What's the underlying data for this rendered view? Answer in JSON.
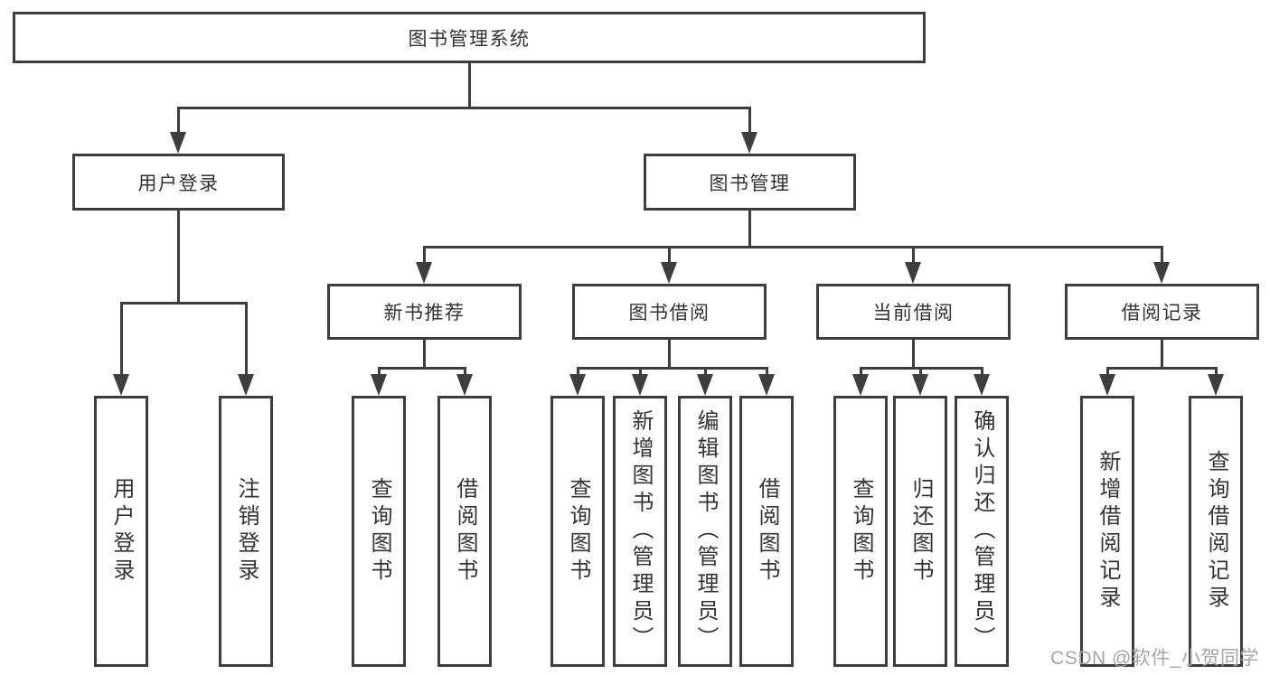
{
  "diagram_title": "图书管理系统",
  "watermark": "CSDN @软件_小贺同学",
  "colors": {
    "line": "#3e3e3e",
    "text": "#333333",
    "watermark": "#a6a6a6",
    "background": "#ffffff"
  },
  "nodes": {
    "root": {
      "label": "图书管理系统",
      "parent": null
    },
    "user_login": {
      "label": "用户登录",
      "parent": "root"
    },
    "book_mgmt": {
      "label": "图书管理",
      "parent": "root"
    },
    "login": {
      "label": "用户登录",
      "parent": "user_login"
    },
    "logout": {
      "label": "注销登录",
      "parent": "user_login"
    },
    "new_book_rec": {
      "label": "新书推荐",
      "parent": "book_mgmt"
    },
    "book_borrow": {
      "label": "图书借阅",
      "parent": "book_mgmt"
    },
    "current_borrow": {
      "label": "当前借阅",
      "parent": "book_mgmt"
    },
    "borrow_records": {
      "label": "借阅记录",
      "parent": "book_mgmt"
    },
    "nbr_query": {
      "label": "查询图书",
      "parent": "new_book_rec"
    },
    "nbr_borrow": {
      "label": "借阅图书",
      "parent": "new_book_rec"
    },
    "bb_query": {
      "label": "查询图书",
      "parent": "book_borrow"
    },
    "bb_add": {
      "label": "新增图书（管理员）",
      "parent": "book_borrow"
    },
    "bb_edit": {
      "label": "编辑图书（管理员）",
      "parent": "book_borrow"
    },
    "bb_borrow": {
      "label": "借阅图书",
      "parent": "book_borrow"
    },
    "cb_query": {
      "label": "查询图书",
      "parent": "current_borrow"
    },
    "cb_return": {
      "label": "归还图书",
      "parent": "current_borrow"
    },
    "cb_confirm": {
      "label": "确认归还（管理员）",
      "parent": "current_borrow"
    },
    "br_add": {
      "label": "新增借阅记录",
      "parent": "borrow_records"
    },
    "br_query": {
      "label": "查询借阅记录",
      "parent": "borrow_records"
    }
  }
}
